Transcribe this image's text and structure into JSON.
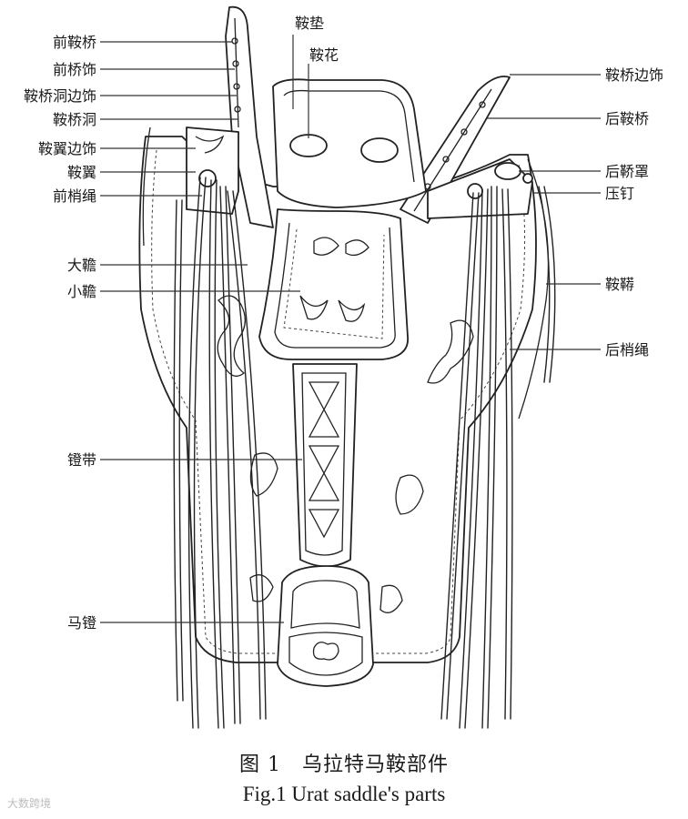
{
  "labels_left": [
    "前鞍桥",
    "前桥饰",
    "鞍桥洞边饰",
    "鞍桥洞",
    "鞍翼边饰",
    "鞍翼",
    "前梢绳",
    "大韂",
    "小韂",
    "镫带",
    "马镫"
  ],
  "labels_right": [
    "鞍桥边饰",
    "后鞍桥",
    "后鞒罩",
    "压钉",
    "鞍鞯",
    "后梢绳"
  ],
  "labels_top": [
    "鞍垫",
    "鞍花"
  ],
  "caption": {
    "cn": "图 1　乌拉特马鞍部件",
    "en": "Fig.1 Urat saddle's parts"
  },
  "watermark": "大数跨境"
}
